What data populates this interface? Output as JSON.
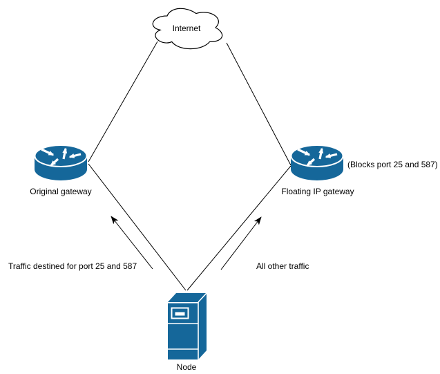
{
  "diagram": {
    "colors": {
      "shape_fill": "#15679A",
      "connector": "#000000",
      "background": "#FFFFFF",
      "text": "#000000"
    },
    "nodes": {
      "internet": {
        "label": "Internet",
        "icon": "cloud-icon"
      },
      "original_gateway": {
        "label": "Original gateway",
        "icon": "router-icon"
      },
      "floating_gateway": {
        "label": "Floating IP gateway",
        "note": "(Blocks port 25 and 587)",
        "icon": "router-icon"
      },
      "node": {
        "label": "Node",
        "icon": "server-icon"
      }
    },
    "edges": {
      "port_25_587": {
        "label": "Traffic destined for port 25 and 587",
        "direction": "node-to-original-gateway"
      },
      "all_other": {
        "label": "All other traffic",
        "direction": "node-to-floating-gateway"
      }
    }
  }
}
